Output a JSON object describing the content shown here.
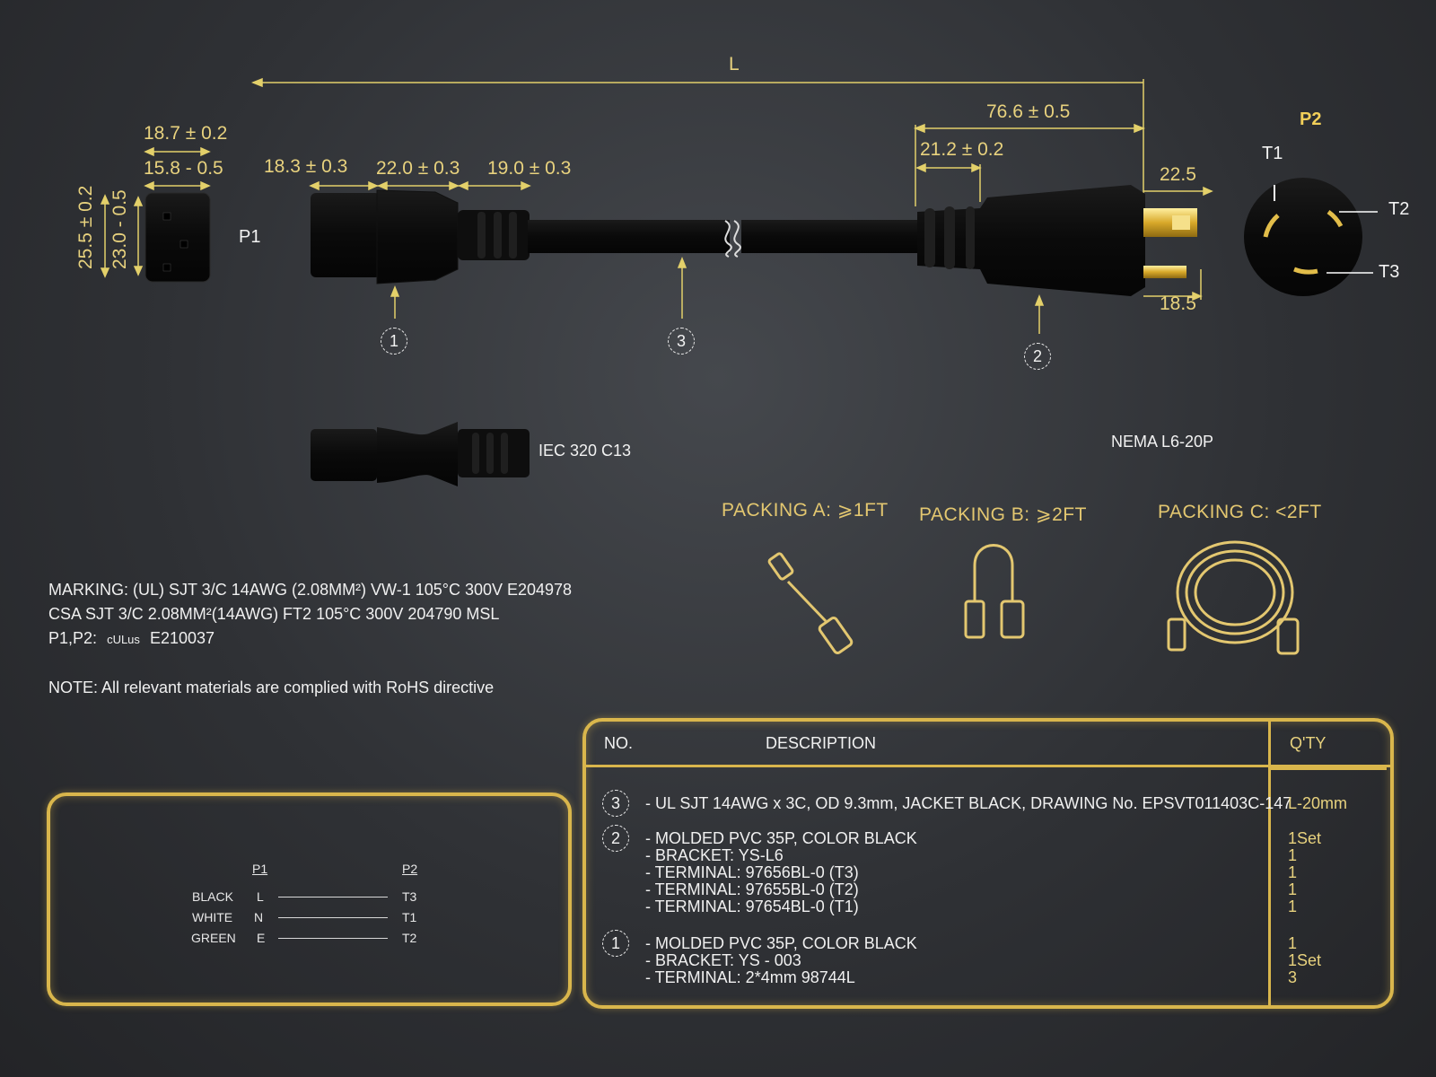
{
  "dimensions": {
    "L": "L",
    "d_76_6": "76.6 ± 0.5",
    "d_21_2": "21.2 ± 0.2",
    "d_22_5": "22.5",
    "d_18_5": "18.5",
    "d_18_7": "18.7 ± 0.2",
    "d_15_8": "15.8 - 0.5",
    "d_18_3": "18.3 ± 0.3",
    "d_22_0": "22.0 ± 0.3",
    "d_19_0": "19.0 ± 0.3",
    "d_25_5": "25.5 ± 0.2",
    "d_23_0": "23.0 - 0.5"
  },
  "connectors": {
    "p1": "P1",
    "p2": "P2",
    "t1": "T1",
    "t2": "T2",
    "t3": "T3",
    "c13_name": "IEC 320 C13",
    "nema_name": "NEMA L6-20P"
  },
  "callouts": [
    "1",
    "3",
    "2"
  ],
  "packing": [
    {
      "title": "PACKING  A:  ⩾1FT"
    },
    {
      "title": "PACKING  B:  ⩾2FT"
    },
    {
      "title": "PACKING  C:  <2FT"
    }
  ],
  "marking": {
    "line1": "MARKING: (UL) SJT 3/C 14AWG (2.08MM²) VW-1 105°C 300V E204978",
    "line2": "CSA SJT 3/C 2.08MM²(14AWG) FT2 105°C 300V 204790 MSL",
    "line3_prefix": "P1,P2:",
    "ul_mark": "cULus",
    "line3_suffix": "E210037",
    "note": "NOTE: All relevant materials are complied with RoHS directive"
  },
  "wiring": {
    "header_p1": "P1",
    "header_p2": "P2",
    "rows": [
      {
        "color": "BLACK",
        "p1": "L",
        "p2": "T3"
      },
      {
        "color": "WHITE",
        "p1": "N",
        "p2": "T1"
      },
      {
        "color": "GREEN",
        "p1": "E",
        "p2": "T2"
      }
    ]
  },
  "bom": {
    "col_no": "NO.",
    "col_desc": "DESCRIPTION",
    "col_qty": "Q'TY",
    "items": [
      {
        "no": "3",
        "lines": [
          "- UL SJT 14AWG x 3C, OD 9.3mm, JACKET BLACK, DRAWING No. EPSVT011403C-147"
        ],
        "qty": [
          "L-20mm"
        ]
      },
      {
        "no": "2",
        "lines": [
          "- MOLDED PVC 35P, COLOR BLACK",
          "- BRACKET: YS-L6",
          "- TERMINAL: 97656BL-0 (T3)",
          "- TERMINAL: 97655BL-0 (T2)",
          "- TERMINAL: 97654BL-0 (T1)"
        ],
        "qty": [
          "1Set",
          "1",
          "1",
          "1",
          "1"
        ]
      },
      {
        "no": "1",
        "lines": [
          "- MOLDED PVC 35P, COLOR BLACK",
          "- BRACKET: YS - 003",
          "- TERMINAL: 2*4mm 98744L"
        ],
        "qty": [
          "1",
          "1Set",
          "3"
        ]
      }
    ]
  },
  "colors": {
    "gold": "#d9b64c",
    "dimension": "#e8d27e",
    "background": "#2f3135"
  }
}
